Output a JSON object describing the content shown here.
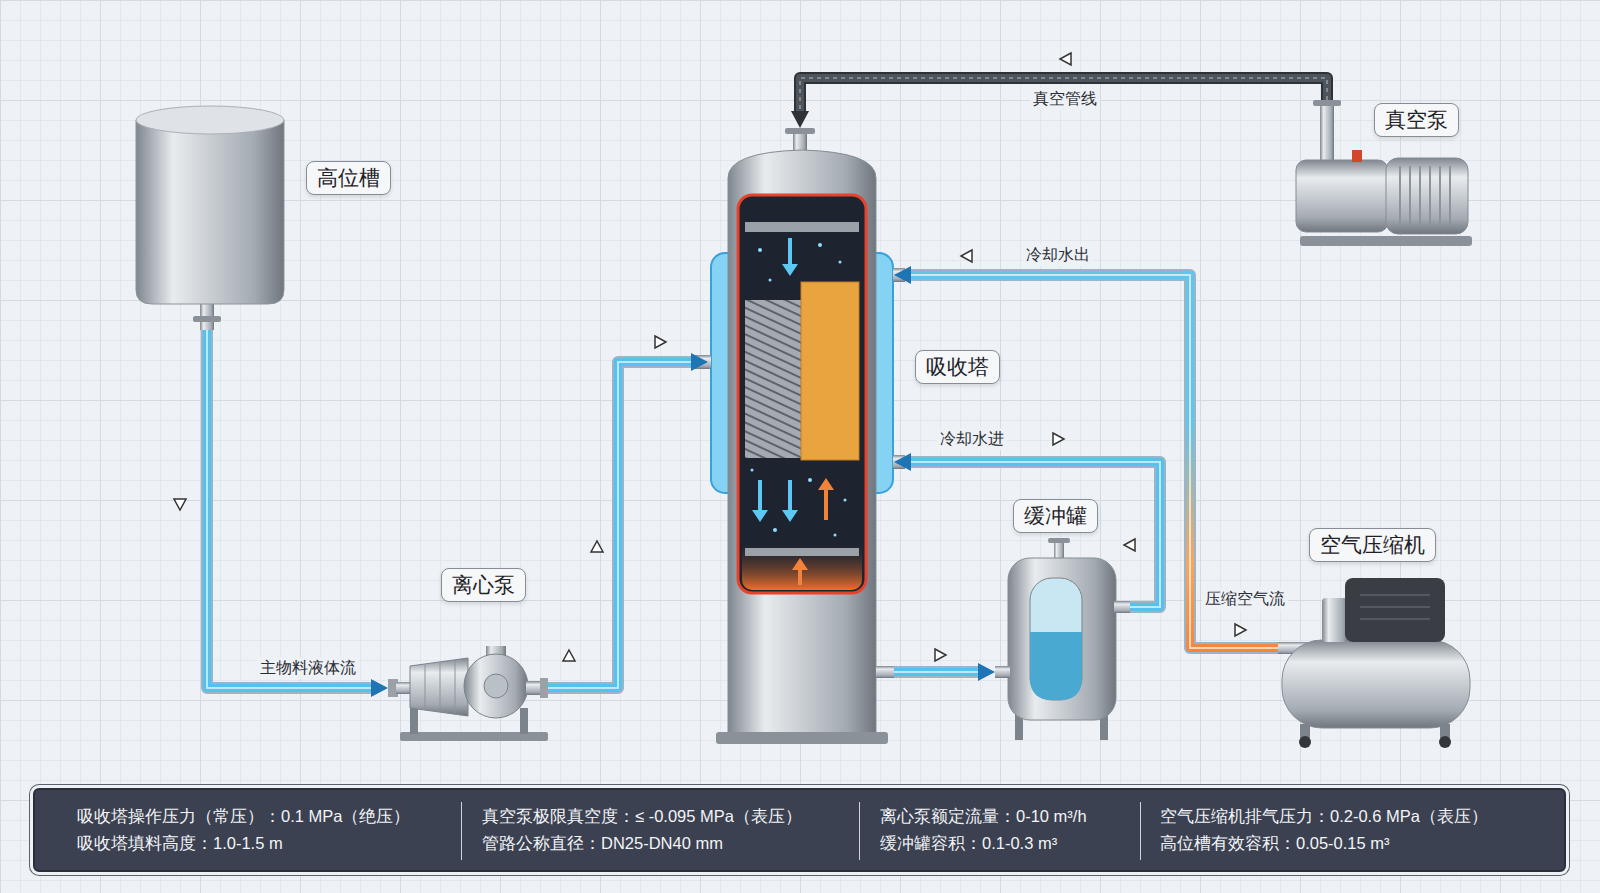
{
  "diagram": {
    "nodes": [
      {
        "text": [
          "高位槽"
        ]
      },
      {
        "text": [
          "离心泵"
        ]
      },
      {
        "text": [
          "吸收塔"
        ]
      },
      {
        "text": [
          "缓冲罐"
        ]
      },
      {
        "text": [
          "空气压缩机"
        ]
      },
      {
        "text": [
          "真空泵"
        ]
      }
    ],
    "edges": [
      {
        "from": 0,
        "to": 1,
        "arrow": "to",
        "label": "主物料液体流"
      },
      {
        "from": 1,
        "to": 2,
        "arrow": "to"
      },
      {
        "from": 2,
        "to": 3,
        "arrow": "to"
      },
      {
        "from": 3,
        "to": 2,
        "arrow": "to",
        "label": "冷却水进"
      },
      {
        "from": 4,
        "to": 2,
        "arrow": "to",
        "label": "压缩空气流"
      },
      {
        "from": 5,
        "to": 2,
        "arrow": "to",
        "label": "真空管线"
      }
    ],
    "labels": [
      "冷却水出",
      "吸收塔操作压力（常压）：0.1 MPa（绝压）",
      "真空泵极限真空度：≤ -0.095 MPa（表压）",
      "离心泵额定流量：0-10 m³/h",
      "空气压缩机排气压力：0.2-0.6 MPa（表压）",
      "吸收塔填料高度：1.0-1.5 m",
      "管路公称直径：DN25-DN40 mm",
      "缓冲罐容积：0.1-0.3 m³",
      "高位槽有效容积：0.05-0.15 m³"
    ]
  }
}
